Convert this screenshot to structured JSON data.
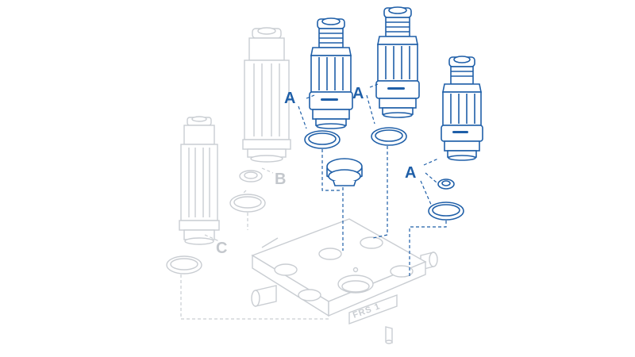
{
  "diagram": {
    "callouts": {
      "a1": "A",
      "a2": "A",
      "a3": "A",
      "b": "B",
      "c": "C"
    },
    "logo_text": "FRS 1",
    "colors": {
      "active": "#1f5fa8",
      "ghost": "#c9cdd2",
      "background": "#ffffff"
    }
  }
}
